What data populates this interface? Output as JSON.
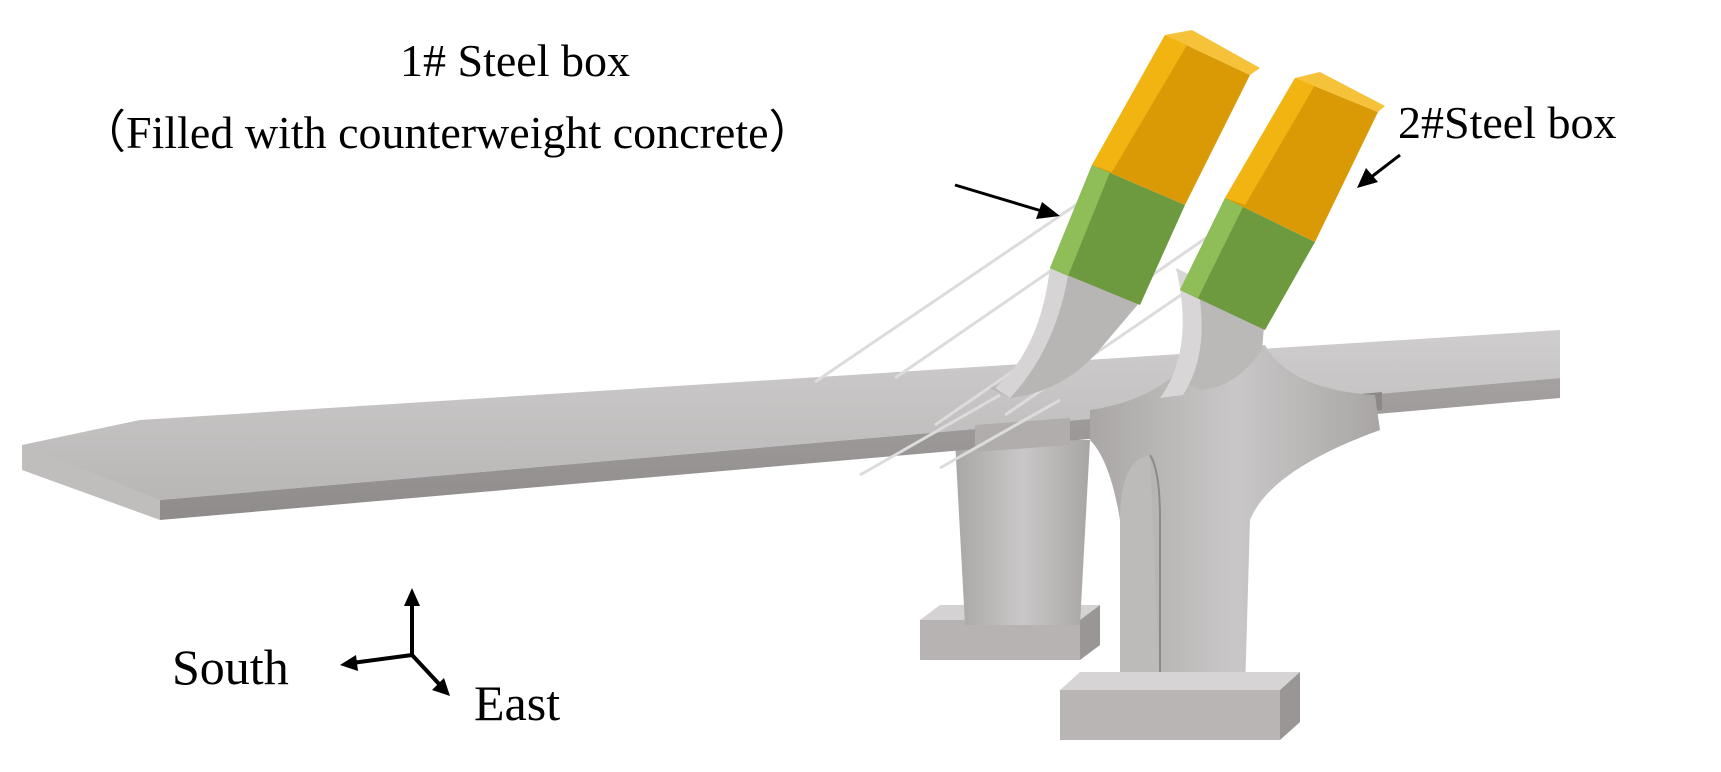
{
  "labels": {
    "box1_title": "1# Steel box",
    "box1_note": "（Filled with counterweight concrete）",
    "box2": "2#Steel box",
    "south": "South",
    "east": "East"
  },
  "colors": {
    "concrete_top": "#c8c6c6",
    "concrete_side": "#9c9898",
    "concrete_dark": "#8c8888",
    "steel_orange": "#d99a06",
    "steel_orange_light": "#f2b411",
    "green": "#6d9a3e",
    "green_light": "#8fbd58",
    "cable": "#d6d6d6",
    "text": "#000000"
  },
  "icons": {
    "axis": "axis-triad-icon",
    "arrow": "pointer-arrow-icon"
  }
}
